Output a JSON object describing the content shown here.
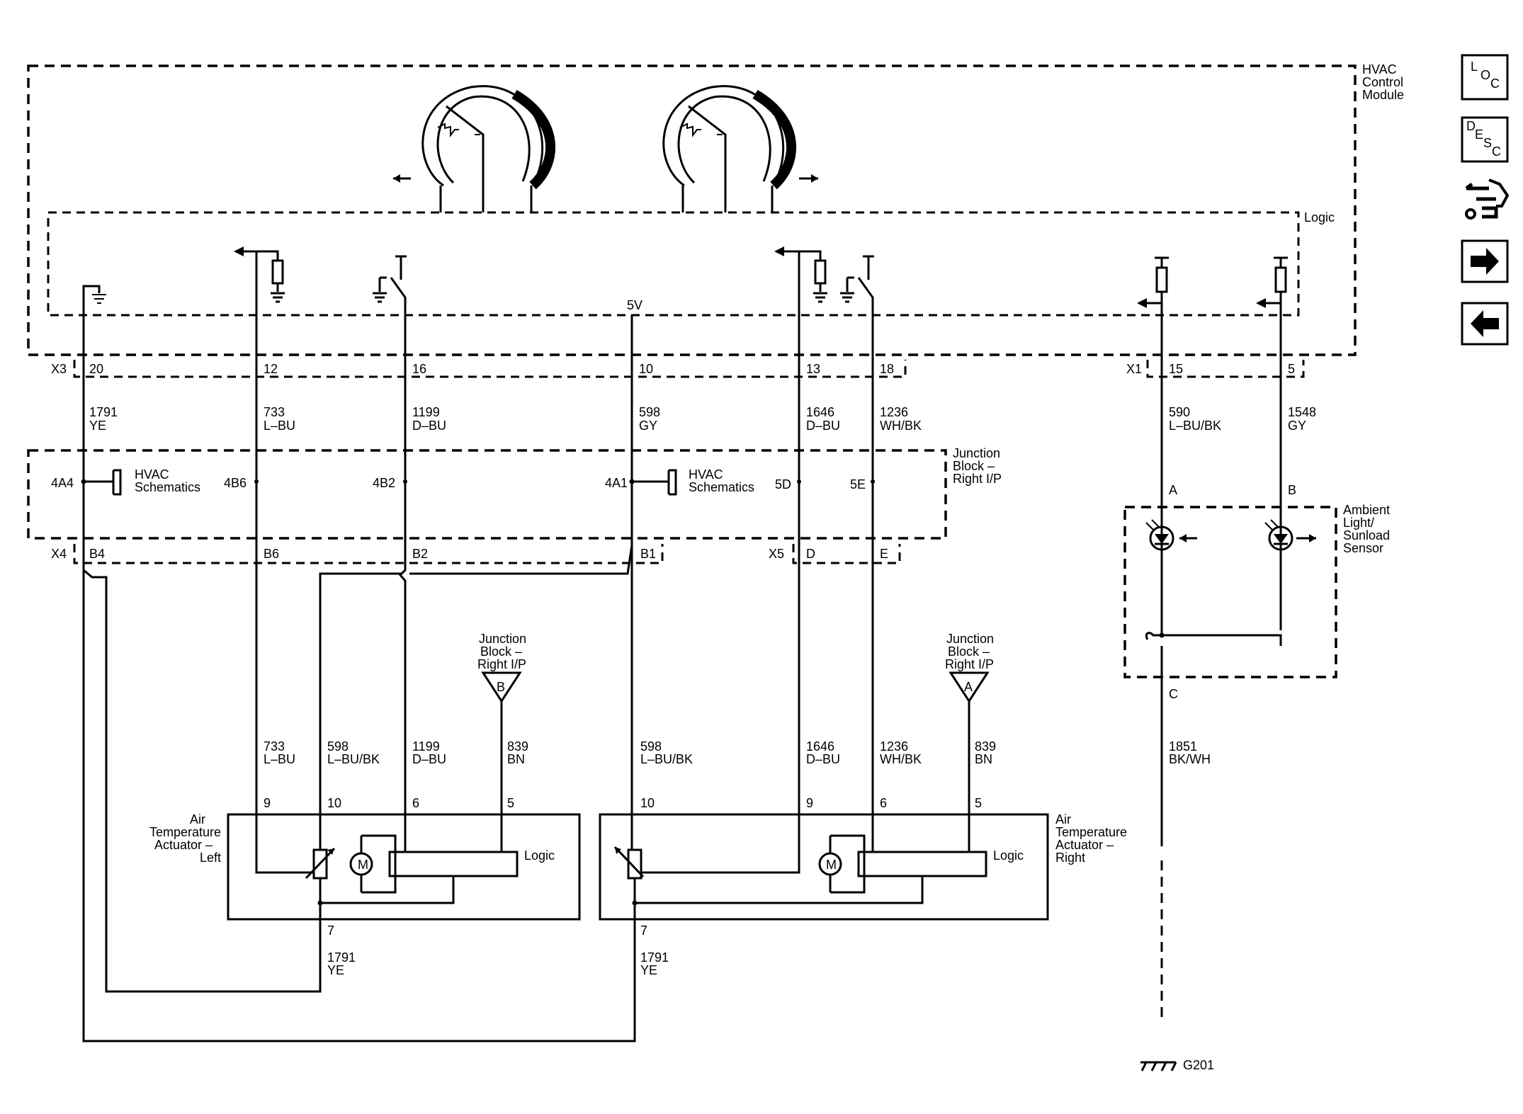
{
  "module": {
    "line1": "HVAC",
    "line2": "Control",
    "line3": "Module",
    "logic": "Logic",
    "v5": "5V"
  },
  "connectors": {
    "x3": "X3",
    "x1": "X1",
    "x4": "X4",
    "x5": "X5"
  },
  "x3_pins": [
    "20",
    "12",
    "16",
    "10",
    "13",
    "18"
  ],
  "x1_pins": [
    "15",
    "5"
  ],
  "wires_top": [
    {
      "num": "1791",
      "color": "YE"
    },
    {
      "num": "733",
      "color": "L–BU"
    },
    {
      "num": "1199",
      "color": "D–BU"
    },
    {
      "num": "598",
      "color": "GY"
    },
    {
      "num": "1646",
      "color": "D–BU"
    },
    {
      "num": "1236",
      "color": "WH/BK"
    },
    {
      "num": "590",
      "color": "L–BU/BK"
    },
    {
      "num": "1548",
      "color": "GY"
    }
  ],
  "junction": {
    "line1": "Junction",
    "line2": "Block –",
    "line3": "Right I/P",
    "pins": [
      "4A4",
      "4B6",
      "4B2",
      "4A1",
      "5D",
      "5E"
    ],
    "schem1": "HVAC",
    "schem2": "Schematics"
  },
  "x4_pins": [
    "B4",
    "B6",
    "B2",
    "B1"
  ],
  "x5_pins": [
    "D",
    "E"
  ],
  "refs": [
    {
      "l1": "Junction",
      "l2": "Block –",
      "l3": "Right I/P",
      "letter": "B"
    },
    {
      "l1": "Junction",
      "l2": "Block –",
      "l3": "Right I/P",
      "letter": "A"
    }
  ],
  "wires_mid_left": [
    {
      "num": "733",
      "color": "L–BU"
    },
    {
      "num": "598",
      "color": "L–BU/BK"
    },
    {
      "num": "1199",
      "color": "D–BU"
    },
    {
      "num": "839",
      "color": "BN"
    }
  ],
  "wires_mid_right": [
    {
      "num": "598",
      "color": "L–BU/BK"
    },
    {
      "num": "1646",
      "color": "D–BU"
    },
    {
      "num": "1236",
      "color": "WH/BK"
    },
    {
      "num": "839",
      "color": "BN"
    }
  ],
  "act_left": {
    "l1": "Air",
    "l2": "Temperature",
    "l3": "Actuator –",
    "l4": "Left",
    "pins": [
      "9",
      "10",
      "6",
      "5",
      "7"
    ],
    "logic": "Logic",
    "motor": "M"
  },
  "act_right": {
    "l1": "Air",
    "l2": "Temperature",
    "l3": "Actuator –",
    "l4": "Right",
    "pins": [
      "10",
      "9",
      "6",
      "5",
      "7"
    ],
    "logic": "Logic",
    "motor": "M"
  },
  "bottom_wires": [
    {
      "num": "1791",
      "color": "YE"
    },
    {
      "num": "1791",
      "color": "YE"
    }
  ],
  "sensor": {
    "l1": "Ambient",
    "l2": "Light/",
    "l3": "Sunload",
    "l4": "Sensor",
    "pins": [
      "A",
      "B",
      "C"
    ]
  },
  "ground_wire": {
    "num": "1851",
    "color": "BK/WH"
  },
  "ground": "G201",
  "nav": {
    "loc_l": "L",
    "loc_o": "O",
    "loc_c": "C",
    "desc_d": "D",
    "desc_e": "E",
    "desc_s": "S",
    "desc_c": "C"
  }
}
